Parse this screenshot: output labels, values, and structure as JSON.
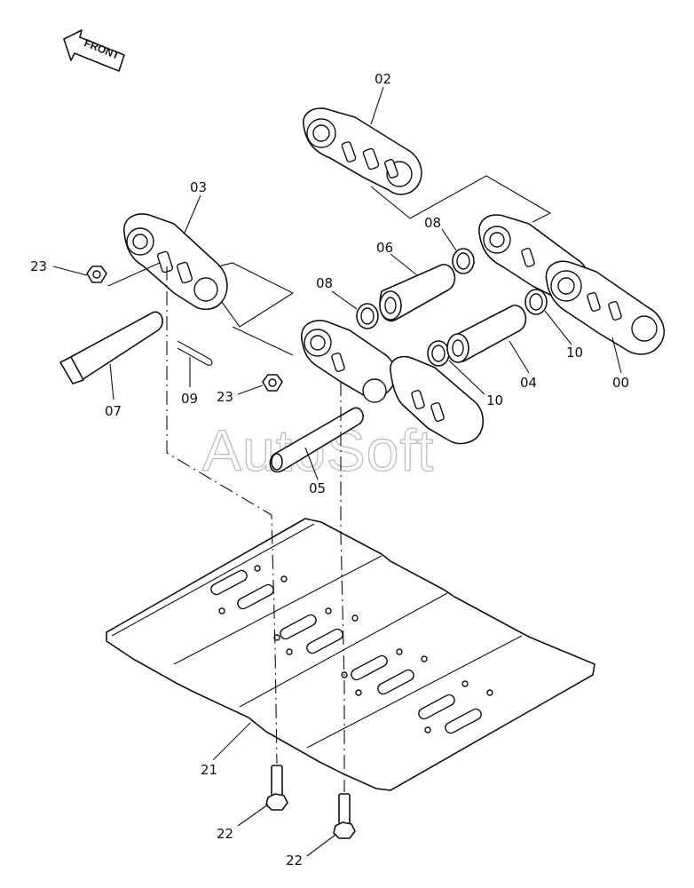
{
  "front_label": "FRONT",
  "watermark": "AutoSoft",
  "callouts": {
    "link_right_top": "02",
    "link_left_top": "03",
    "link_assembly": "00",
    "bushing": "04",
    "pin": "05",
    "bushing_upper": "06",
    "master_pin": "07",
    "seal_left": "08",
    "seal_upper": "08",
    "cotter_pin": "09",
    "seal_lower_left": "10",
    "seal_right": "10",
    "shoe": "21",
    "bolt_left": "22",
    "bolt_right": "22",
    "nut_left": "23",
    "nut_center": "23"
  }
}
